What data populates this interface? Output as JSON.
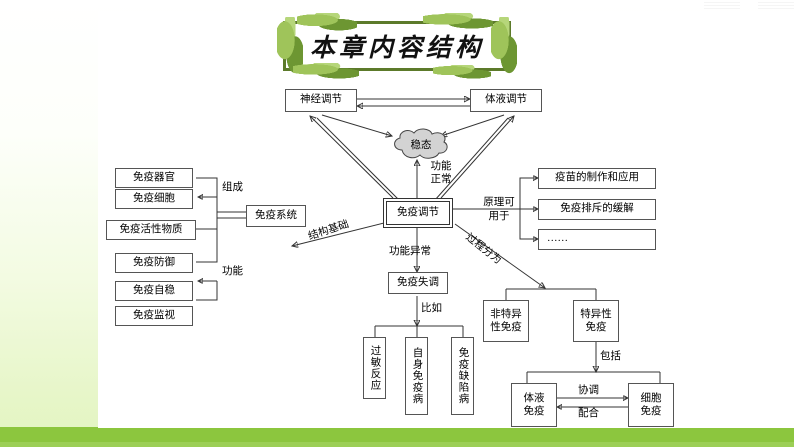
{
  "slide": {
    "title": "本章内容结构",
    "accent_green": "#8cc63e",
    "frame_green": "#5c7a2a"
  },
  "nodes": {
    "neural": "神经调节",
    "humoral": "体液调节",
    "homeostasis": "稳态",
    "immune_regulation": "免疫调节",
    "immune_system": "免疫系统",
    "organs": "免疫器官",
    "cells": "免疫细胞",
    "active_substances": "免疫活性物质",
    "defense": "免疫防御",
    "self_stability": "免疫自稳",
    "surveillance": "免疫监视",
    "vaccine": "疫苗的制作和应用",
    "rejection": "免疫排斥的缓解",
    "etc": "……",
    "disorder": "免疫失调",
    "allergy": "过敏反应",
    "autoimmune": "自身免疫病",
    "deficiency": "免疫缺陷病",
    "nonspecific": "非特异性免疫",
    "specific": "特异性免疫",
    "humoral_immunity": "体液免疫",
    "cellular_immunity": "细胞免疫"
  },
  "edge_labels": {
    "composition": "组成",
    "function": "功能",
    "structural_basis": "结构基础",
    "function_normal": "功能正常",
    "function_abnormal": "功能异常",
    "principle_used_for": "原理可用于",
    "process_divided_into": "过程分为",
    "for_example": "比如",
    "includes": "包括",
    "coordinate": "协调",
    "cooperate": "配合"
  }
}
